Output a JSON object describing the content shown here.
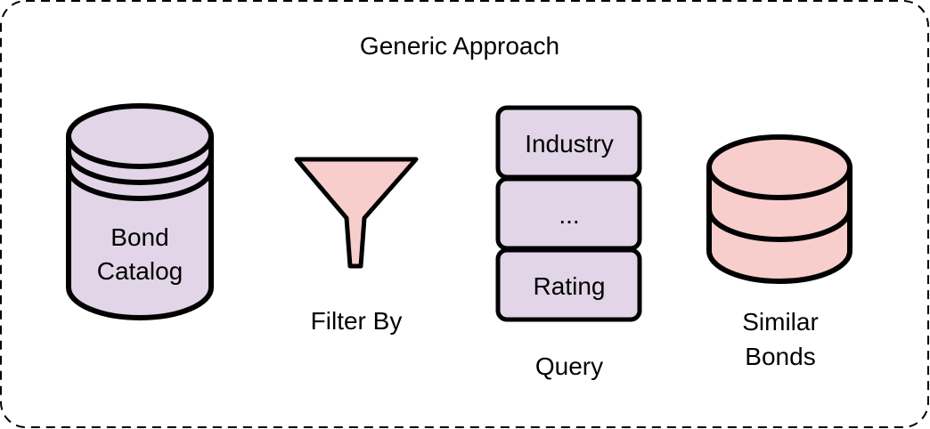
{
  "title": "Generic Approach",
  "catalog": {
    "label_line1": "Bond",
    "label_line2": "Catalog"
  },
  "filter": {
    "label": "Filter By"
  },
  "query": {
    "items": [
      "Industry",
      "...",
      "Rating"
    ],
    "label": "Query"
  },
  "result": {
    "label_line1": "Similar",
    "label_line2": "Bonds"
  },
  "colors": {
    "purple_fill": "#e1d5e7",
    "pink_fill": "#f8cecc",
    "stroke": "#000000"
  }
}
